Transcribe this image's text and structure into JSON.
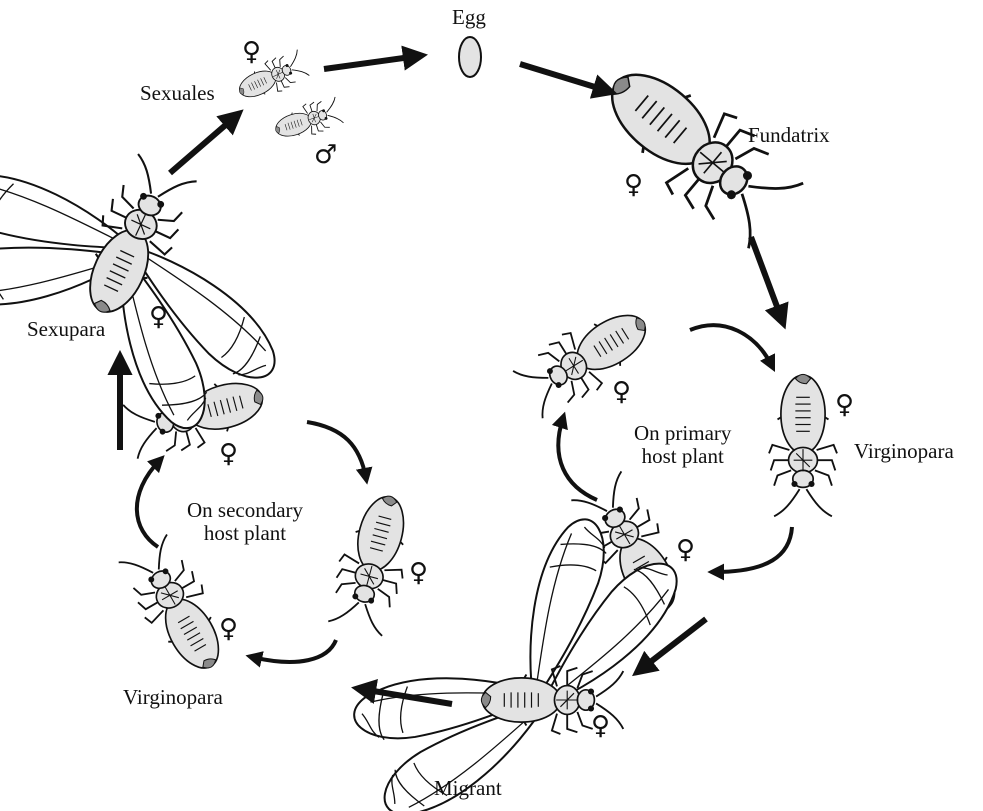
{
  "diagram": {
    "labels": {
      "egg": "Egg",
      "sexuales": "Sexuales",
      "fundatrix": "Fundatrix",
      "sexupara": "Sexupara",
      "primary_host": "On primary\nhost plant",
      "virginopara_right": "Virginopara",
      "secondary_host": "On secondary\nhost plant",
      "virginopara_left": "Virginopara",
      "migrant": "Migrant"
    },
    "symbols": {
      "female": "♀",
      "male": "♂"
    },
    "colors": {
      "body_fill": "#e3e3e3",
      "outline": "#111111",
      "tip": "#8a8a8a"
    }
  }
}
